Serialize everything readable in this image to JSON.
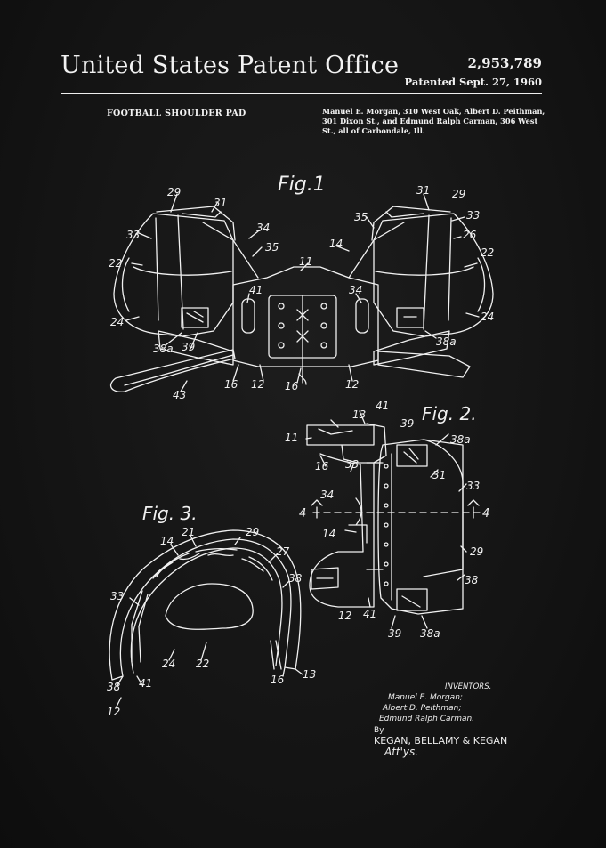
{
  "header": {
    "title": "United States Patent Office",
    "patent_number": "2,953,789",
    "patent_date": "Patented Sept. 27, 1960"
  },
  "subject": "FOOTBALL SHOULDER PAD",
  "applicants": [
    "Manuel E. Morgan, 310 West Oak, Albert D. Peithman,",
    "301 Dixon St., and Edmund Ralph Carman, 306 West",
    "St., all of Carbondale, Ill."
  ],
  "figures": {
    "fig1": "Fig.1",
    "fig2": "Fig. 2.",
    "fig3": "Fig. 3."
  },
  "reference_numerals": {
    "r29": "29",
    "r31": "31",
    "r33": "33",
    "r22": "22",
    "r24": "24",
    "r38a": "38a",
    "r39": "39",
    "r43": "43",
    "r16": "16",
    "r12": "12",
    "r34": "34",
    "r35": "35",
    "r11": "11",
    "r41": "41",
    "r14": "14",
    "r26": "26",
    "r13": "13",
    "r21": "21",
    "r27": "27",
    "r38": "38",
    "r4": "4"
  },
  "signature": {
    "heading": "INVENTORS.",
    "names": [
      "Manuel E. Morgan;",
      "Albert D. Peithman;",
      "Edmund Ralph Carman."
    ],
    "by": "By",
    "firm": "KEGAN, BELLAMY & KEGAN",
    "attys": "Att'ys."
  }
}
